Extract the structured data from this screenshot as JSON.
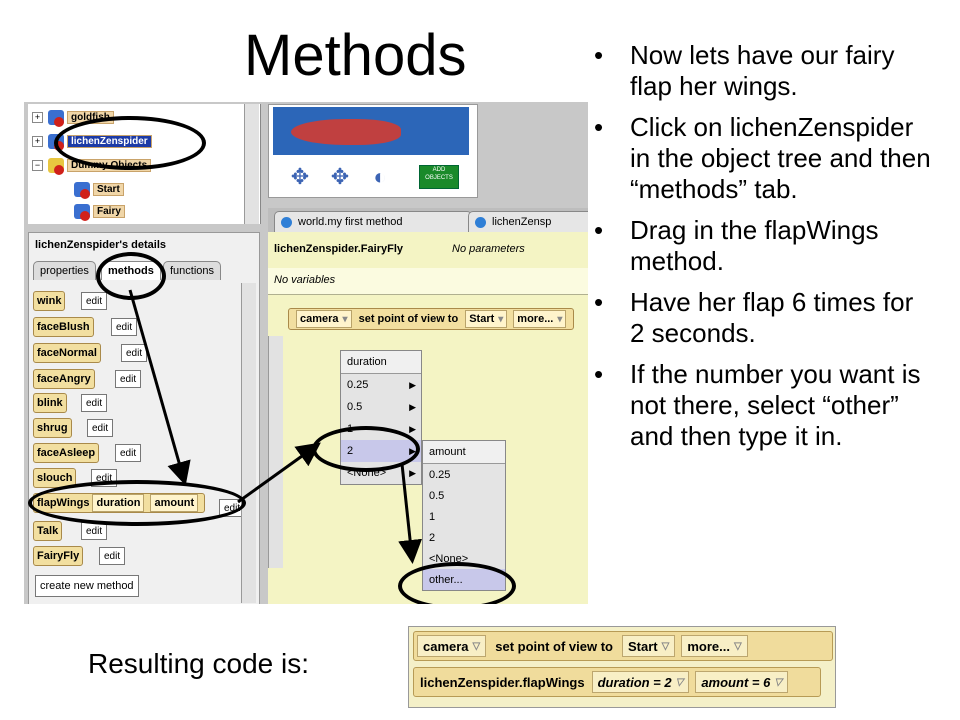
{
  "slide": {
    "title": "Methods",
    "bullets": [
      "Now lets have our fairy flap her wings.",
      "Click on lichenZenspider in the object tree and then “methods” tab.",
      "Drag in the flapWings method.",
      "Have her flap 6 times for 2 seconds.",
      "If the number you want is not there, select “other” and then type it in."
    ],
    "bullet_char": "•",
    "result_label": "Resulting code is:"
  },
  "tree": {
    "items": [
      {
        "toggle": "+",
        "label": "goldfish"
      },
      {
        "toggle": "+",
        "label": "lichenZenspider"
      },
      {
        "toggle": "−",
        "label": "Dummy Objects"
      },
      {
        "label": "Start"
      },
      {
        "label": "Fairy"
      }
    ]
  },
  "scene": {
    "add_objects": "ADD OBJECTS"
  },
  "editor_tabs": [
    "world.my first method",
    "lichenZensp"
  ],
  "editor": {
    "method_name": "lichenZenspider.FairyFly",
    "params": "No parameters",
    "vars": "No variables",
    "statement": {
      "obj": "camera",
      "action": "set point of view to",
      "target": "Start",
      "more": "more..."
    }
  },
  "details": {
    "title": "lichenZenspider's details",
    "tabs": [
      "properties",
      "methods",
      "functions"
    ],
    "methods": [
      "wink",
      "faceBlush",
      "faceNormal",
      "faceAngry",
      "blink",
      "shrug",
      "faceAsleep",
      "slouch",
      "flapWings",
      "Talk",
      "FairyFly"
    ],
    "flap_params": [
      "duration",
      "amount"
    ],
    "edit_label": "edit",
    "create_button": "create new method"
  },
  "menus": {
    "duration": {
      "header": "duration",
      "items": [
        "0.25",
        "0.5",
        "1",
        "2",
        "<None>"
      ]
    },
    "amount": {
      "header": "amount",
      "items": [
        "0.25",
        "0.5",
        "1",
        "2",
        "<None>",
        "other..."
      ]
    }
  },
  "result": {
    "row1": {
      "obj": "camera",
      "action": "set point of view to",
      "target": "Start",
      "more": "more..."
    },
    "row2": {
      "call": "lichenZenspider.flapWings",
      "arg1": "duration = 2",
      "arg2": "amount = 6"
    }
  }
}
